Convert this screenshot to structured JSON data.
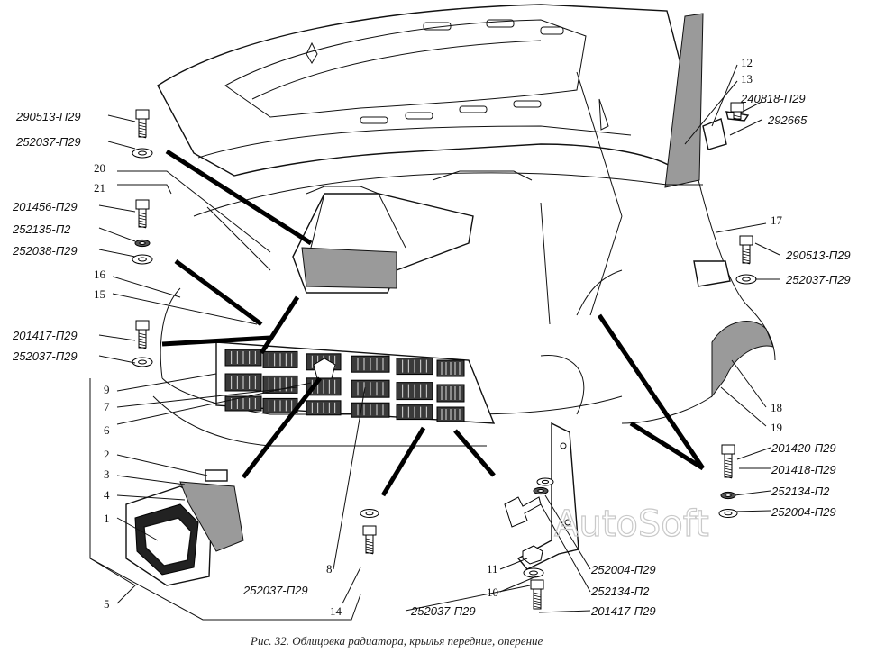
{
  "caption": "Рис. 32. Облицовка радиатора, крылья передние, оперение",
  "watermark": "AutoSoft",
  "labels_left": {
    "l1": "290513-П29",
    "l2": "252037-П29",
    "l3": "201456-П29",
    "l4": "252135-П2",
    "l5": "252038-П29",
    "l6": "201417-П29",
    "l7": "252037-П29"
  },
  "labels_right": {
    "r1": "240818-П29",
    "r2": "292665",
    "r3": "290513-П29",
    "r4": "252037-П29",
    "r5": "201420-П29",
    "r6": "201418-П29",
    "r7": "252134-П2",
    "r8": "252004-П29"
  },
  "labels_bottom": {
    "b1": "252037-П29",
    "b2": "252004-П29",
    "b3": "252134-П2",
    "b4": "252037-П29",
    "b5": "201417-П29"
  },
  "numbers": {
    "n1": "1",
    "n2": "2",
    "n3": "3",
    "n4": "4",
    "n5": "5",
    "n6": "6",
    "n7": "7",
    "n8": "8",
    "n9": "9",
    "n10": "10",
    "n11": "11",
    "n12": "12",
    "n13": "13",
    "n14": "14",
    "n15": "15",
    "n16": "16",
    "n17": "17",
    "n18": "18",
    "n19": "19",
    "n20": "20",
    "n21": "21"
  }
}
